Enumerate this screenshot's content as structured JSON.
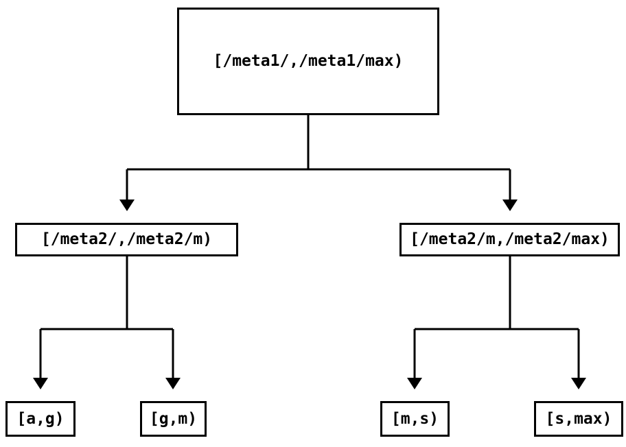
{
  "diagram": {
    "type": "tree",
    "background_color": "#ffffff",
    "line_color": "#000000",
    "box_border_color": "#000000",
    "text_color": "#000000",
    "icons": {
      "arrowhead": "▼"
    },
    "nodes": {
      "root": {
        "label": "[/meta1/,/meta1/max)"
      },
      "level2": [
        {
          "label": "[/meta2/,/meta2/m)"
        },
        {
          "label": "[/meta2/m,/meta2/max)"
        }
      ],
      "leaves": [
        {
          "label": "[a,g)"
        },
        {
          "label": "[g,m)"
        },
        {
          "label": "[m,s)"
        },
        {
          "label": "[s,max)"
        }
      ]
    },
    "edges": [
      {
        "from": "[/meta1/,/meta1/max)",
        "to": "[/meta2/,/meta2/m)"
      },
      {
        "from": "[/meta1/,/meta1/max)",
        "to": "[/meta2/m,/meta2/max)"
      },
      {
        "from": "[/meta2/,/meta2/m)",
        "to": "[a,g)"
      },
      {
        "from": "[/meta2/,/meta2/m)",
        "to": "[g,m)"
      },
      {
        "from": "[/meta2/m,/meta2/max)",
        "to": "[m,s)"
      },
      {
        "from": "[/meta2/m,/meta2/max)",
        "to": "[s,max)"
      }
    ]
  }
}
